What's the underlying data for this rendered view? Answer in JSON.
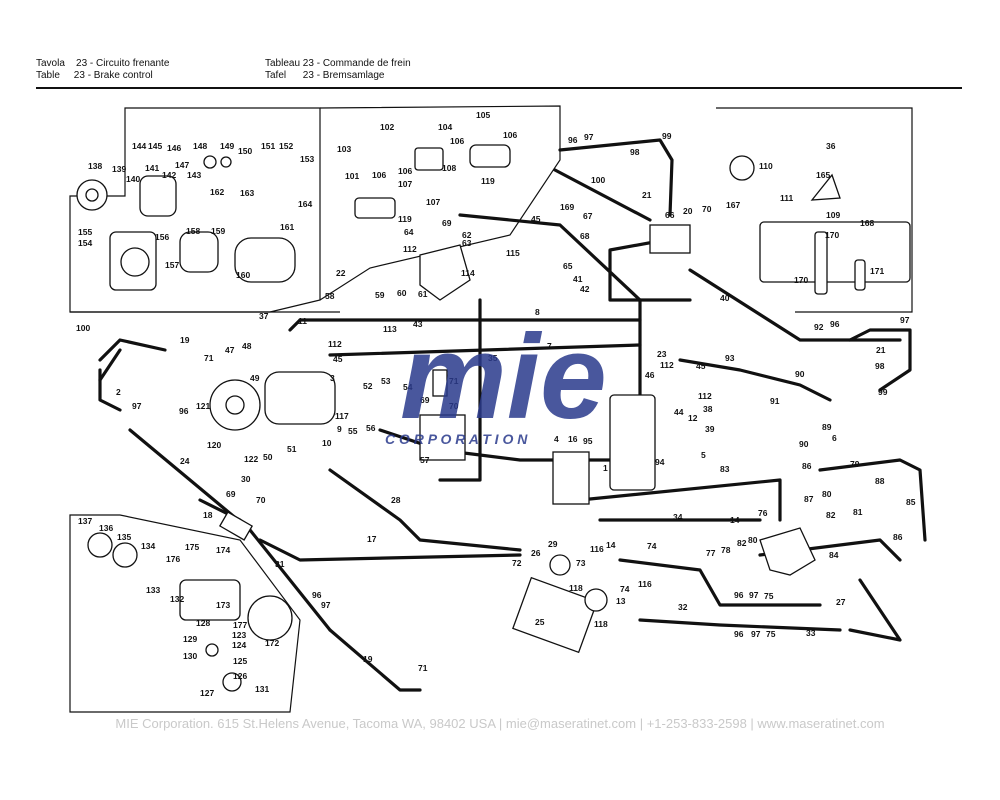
{
  "header": {
    "col1_line1": "Tavola    23 - Circuito frenante",
    "col1_line2": "Table     23 - Brake control",
    "col2_line1": "Tableau 23 - Commande de frein",
    "col2_line2": "Tafel      23 - Bremsamlage"
  },
  "watermark": {
    "logo": "mie",
    "sub": "C O R P O R A T I O N",
    "color": "#2a3a8c"
  },
  "footer": {
    "text": "MIE Corporation. 615 St.Helens Avenue, Tacoma WA, 98402 USA  |  mie@maseratinet.com  |   +1-253-833-2598  |  www.maseratinet.com"
  },
  "labels": [
    "144",
    "145",
    "146",
    "148",
    "149",
    "150",
    "151",
    "152",
    "153",
    "138",
    "139",
    "140",
    "141",
    "142",
    "147",
    "143",
    "162",
    "163",
    "164",
    "155",
    "154",
    "156",
    "157",
    "158",
    "159",
    "160",
    "161",
    "102",
    "104",
    "105",
    "106",
    "103",
    "101",
    "106",
    "106",
    "106",
    "108",
    "107",
    "107",
    "119",
    "119",
    "96",
    "97",
    "98",
    "99",
    "100",
    "21",
    "36",
    "110",
    "165",
    "167",
    "111",
    "109",
    "170",
    "168",
    "170",
    "171",
    "169",
    "67",
    "68",
    "66",
    "20",
    "70",
    "69",
    "62",
    "63",
    "64",
    "112",
    "45",
    "115",
    "22",
    "58",
    "59",
    "60",
    "61",
    "114",
    "65",
    "41",
    "42",
    "40",
    "37",
    "11",
    "112",
    "45",
    "3",
    "113",
    "43",
    "8",
    "7",
    "35",
    "23",
    "112",
    "46",
    "45",
    "93",
    "90",
    "91",
    "92",
    "96",
    "97",
    "21",
    "98",
    "99",
    "100",
    "19",
    "71",
    "47",
    "48",
    "49",
    "2",
    "97",
    "96",
    "121",
    "120",
    "122",
    "50",
    "51",
    "52",
    "53",
    "54",
    "69",
    "70",
    "71",
    "117",
    "9",
    "10",
    "55",
    "56",
    "57",
    "12",
    "44",
    "112",
    "38",
    "39",
    "5",
    "4",
    "16",
    "95",
    "94",
    "1",
    "6",
    "89",
    "90",
    "86",
    "79",
    "88",
    "85",
    "87",
    "80",
    "82",
    "81",
    "83",
    "34",
    "28",
    "24",
    "30",
    "69",
    "70",
    "18",
    "17",
    "29",
    "116",
    "14",
    "74",
    "26",
    "72",
    "73",
    "118",
    "25",
    "13",
    "118",
    "116",
    "74",
    "14",
    "76",
    "77",
    "78",
    "82",
    "80",
    "84",
    "86",
    "27",
    "75",
    "96",
    "97",
    "96",
    "97",
    "75",
    "32",
    "33",
    "137",
    "136",
    "135",
    "134",
    "176",
    "175",
    "174",
    "133",
    "132",
    "173",
    "128",
    "177",
    "123",
    "124",
    "129",
    "130",
    "125",
    "126",
    "127",
    "131",
    "172",
    "31",
    "96",
    "97",
    "19",
    "71"
  ]
}
